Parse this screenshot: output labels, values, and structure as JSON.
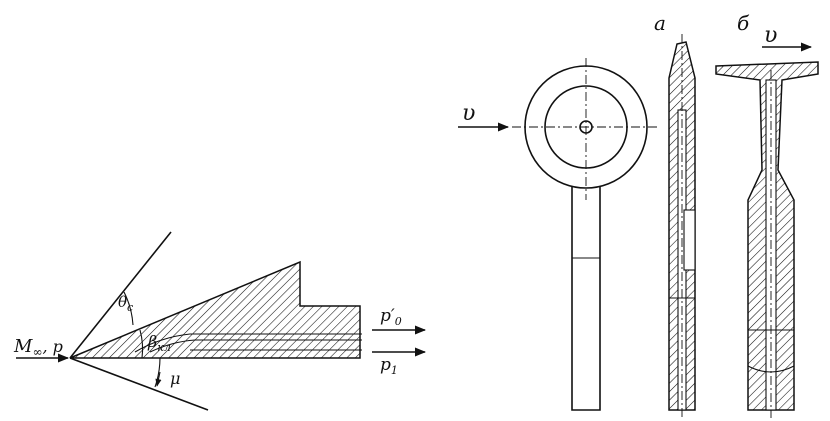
{
  "left_diagram": {
    "label_mach": "M",
    "label_mach_sub": "∞",
    "label_p": ", p",
    "label_theta": "θ",
    "label_theta_sub": "c",
    "label_beta": "β",
    "label_beta_sub": "кл",
    "label_mu": "μ",
    "label_p0": "p′",
    "label_p0_sub": "0",
    "label_p1": "p",
    "label_p1_sub": "1"
  },
  "right_diagram": {
    "label_v_left": "υ",
    "label_a": "а",
    "label_b": "б",
    "label_v_right": "υ"
  },
  "colors": {
    "ink": "#111111",
    "background": "#ffffff"
  }
}
